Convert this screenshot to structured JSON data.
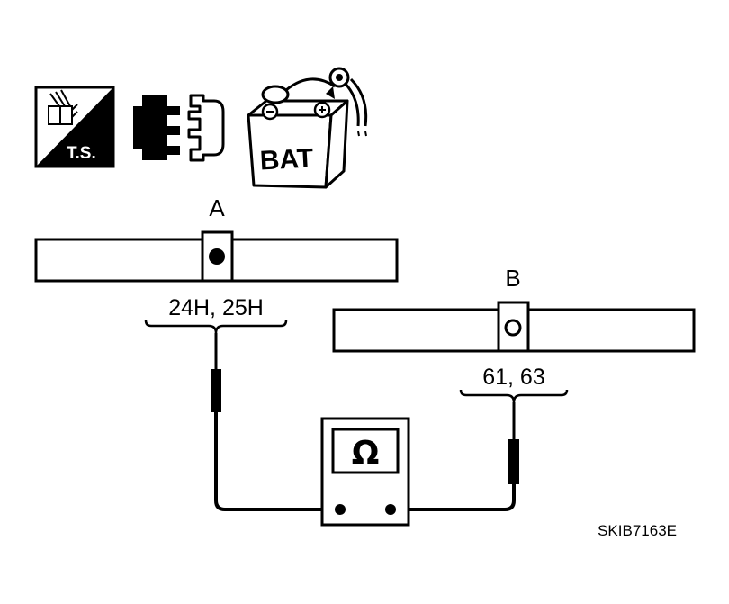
{
  "icons": {
    "tool": "tool-service-icon",
    "tool_label": "T.S.",
    "connector": "disconnect-connector-icon",
    "battery": "battery-disconnect-icon",
    "battery_label": "BAT"
  },
  "connector_a": {
    "label": "A",
    "pins": "24H, 25H",
    "terminal": "filled"
  },
  "connector_b": {
    "label": "B",
    "pins": "61, 63",
    "terminal": "open"
  },
  "meter": {
    "symbol": "Ω",
    "icon": "ohmmeter-icon"
  },
  "figure_id": "SKIB7163E"
}
